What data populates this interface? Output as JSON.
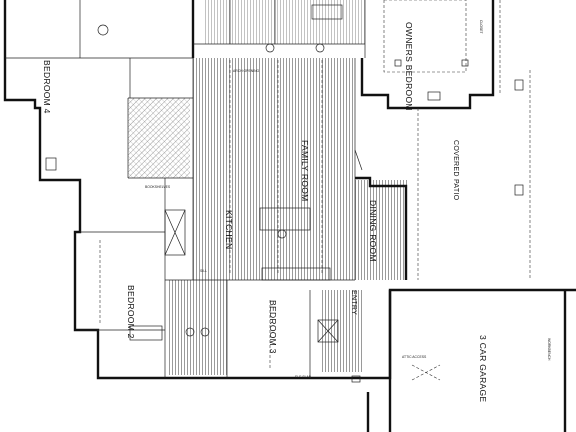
{
  "rooms": {
    "owners_bedroom": "OWNERS BEDROOM",
    "family_room": "FAMILY ROOM",
    "kitchen": "KITCHEN",
    "dining_room": "DINING ROOM",
    "bedroom_3": "BEDROOM 3",
    "bedroom_2": "BEDROOM 2",
    "bedroom_4": "BEDROOM 4",
    "covered_patio": "COVERED PATIO",
    "garage": "3 CAR GARAGE",
    "entry": "ENTRY"
  }
}
